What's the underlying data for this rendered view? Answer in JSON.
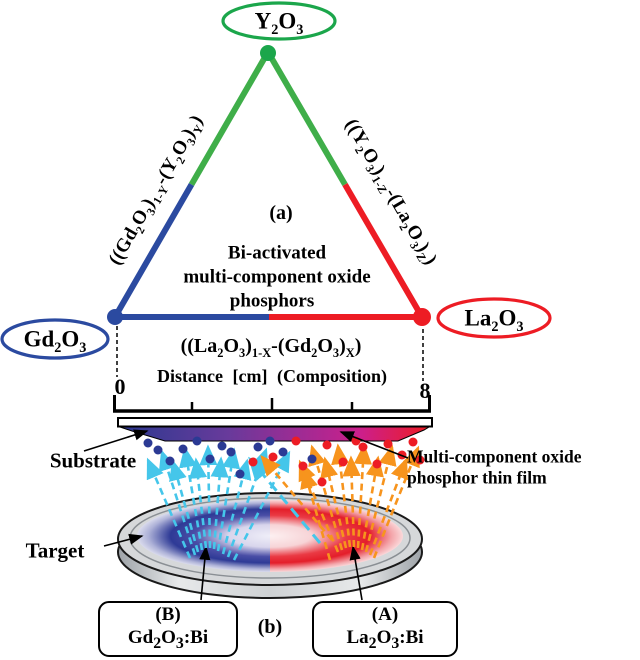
{
  "colors": {
    "y2o3_green": "#1ba64b",
    "edge_green": "#3fae49",
    "gd2o3_blue": "#2b4aa0",
    "la2o3_red": "#ed1c24",
    "plume_cyan": "#45c6ea",
    "plume_orange": "#f7941d",
    "film_gradient_left": "#2b3990",
    "film_gradient_right": "#ed1c24",
    "target_rim_gray": "#d6d8da"
  },
  "triangle": {
    "panel_label": "(a)",
    "apex": {
      "label": "Y<sub>2</sub>O<sub>3</sub>"
    },
    "left_vertex": {
      "label": "Gd<sub>2</sub>O<sub>3</sub>"
    },
    "right_vertex": {
      "label": "La<sub>2</sub>O<sub>3</sub>"
    },
    "left_edge_label": "((Gd<sub>2</sub>O<sub>3</sub>)<sub>1-Y</sub>-(Y<sub>2</sub>O<sub>3</sub>)<sub>Y</sub>)",
    "right_edge_label": "((Y<sub>2</sub>O<sub>3</sub>)<sub>1-Z</sub>-(La<sub>2</sub>O<sub>3</sub>)<sub>Z</sub>)",
    "bottom_edge_label": "((La<sub>2</sub>O<sub>3</sub>)<sub>1-X</sub>-(Gd<sub>2</sub>O<sub>3</sub>)<sub>X</sub>)",
    "center_text": [
      "Bi-activated",
      "multi-component oxide",
      "phosphors"
    ]
  },
  "scale": {
    "label": "Distance [cm] (Composition)",
    "min": "0",
    "max": "8"
  },
  "deposition": {
    "panel_label": "(b)",
    "substrate_label": "Substrate",
    "target_label": "Target",
    "film_label_line1": "Multi-component oxide",
    "film_label_line2": "phosphor thin film",
    "source_b": {
      "tag": "(B)",
      "formula": "Gd<sub>2</sub>O<sub>3</sub>:Bi"
    },
    "source_a": {
      "tag": "(A)",
      "formula": "La<sub>2</sub>O<sub>3</sub>:Bi"
    }
  }
}
